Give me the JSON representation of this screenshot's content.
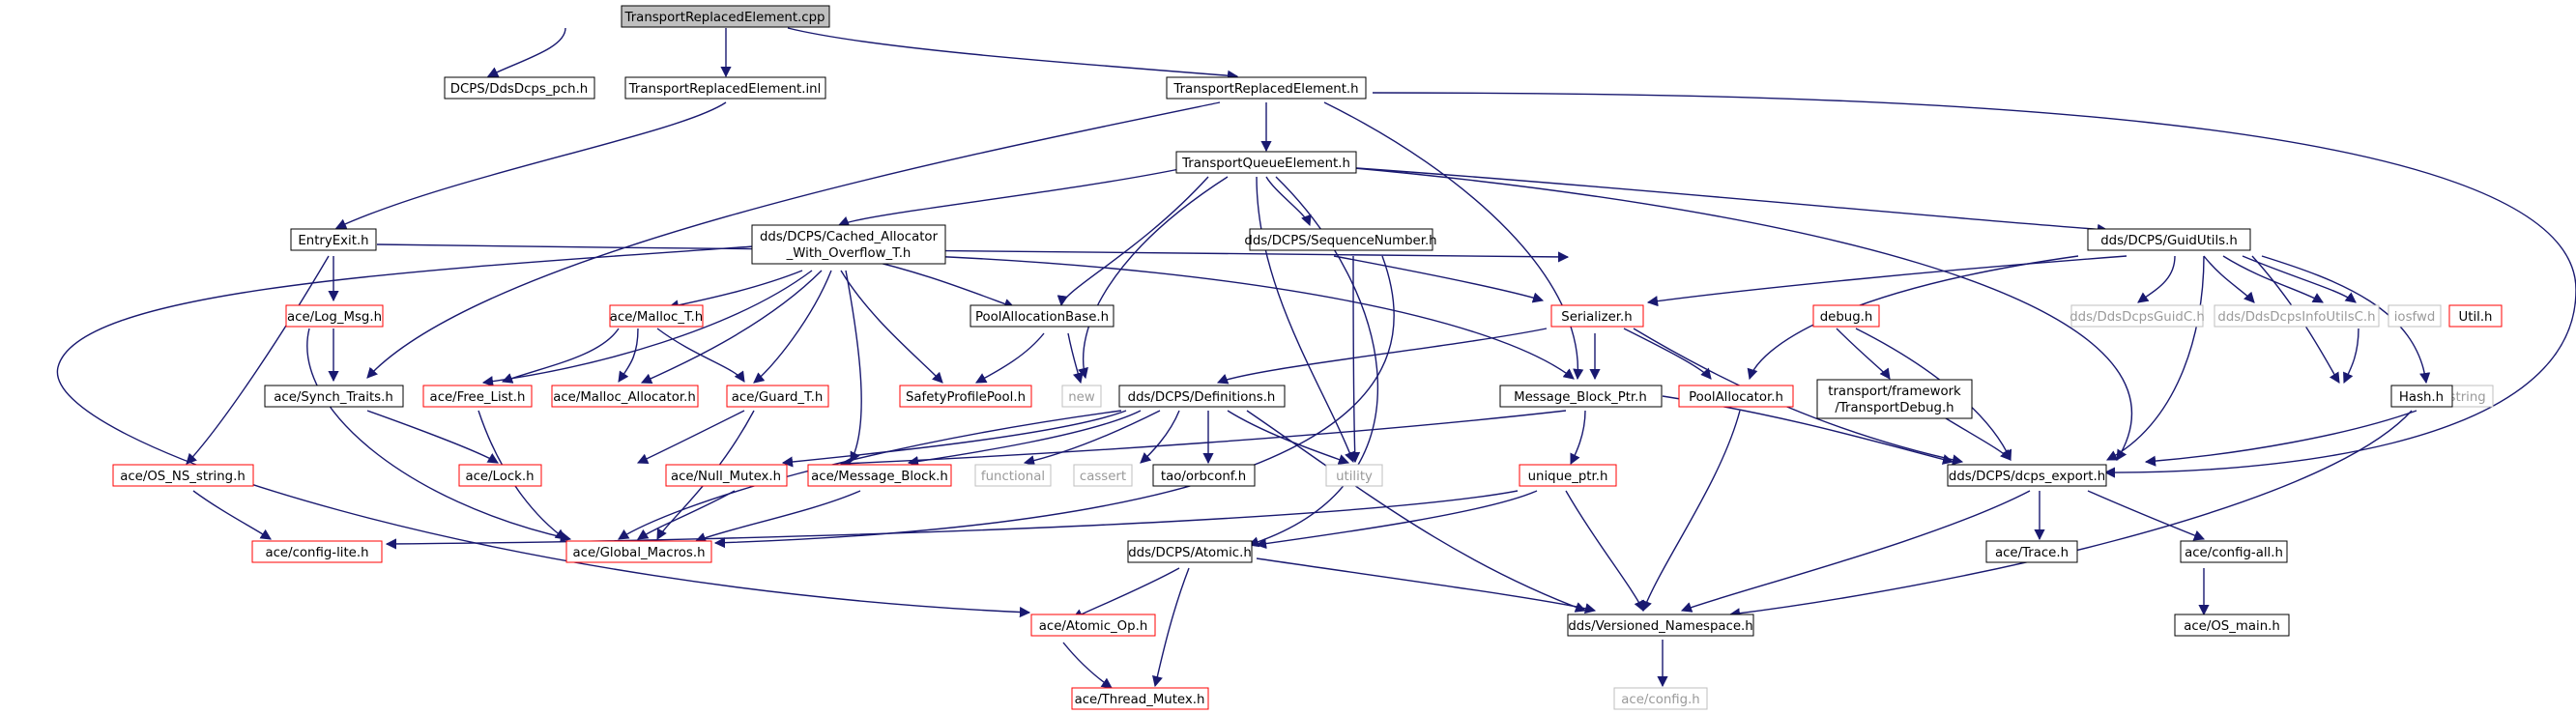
{
  "colors": {
    "edge": "#191970",
    "root_fill": "#bfbfbf",
    "box_border": "#000000",
    "missing_border": "#ff0000",
    "external_border": "#bfbfbf",
    "external_text": "#9a9a9a"
  },
  "nodes": {
    "root": "TransportReplacedElement.cpp",
    "dds_dcps_pch": "DCPS/DdsDcps_pch.h",
    "tre_inl": "TransportReplacedElement.inl",
    "tre_h": "TransportReplacedElement.h",
    "tqe_h": "TransportQueueElement.h",
    "entry_exit": "EntryExit.h",
    "cached_alloc_l1": "dds/DCPS/Cached_Allocator",
    "cached_alloc_l2": "_With_Overflow_T.h",
    "sequence_number": "dds/DCPS/SequenceNumber.h",
    "guid_utils": "dds/DCPS/GuidUtils.h",
    "log_msg": "ace/Log_Msg.h",
    "malloc_t": "ace/Malloc_T.h",
    "pool_alloc_base": "PoolAllocationBase.h",
    "serializer": "Serializer.h",
    "debug_h": "debug.h",
    "dds_guidc": "dds/DdsDcpsGuidC.h",
    "dds_infoutils": "dds/DdsDcpsInfoUtilsC.h",
    "iosfwd": "iosfwd",
    "util_h": "Util.h",
    "synch_traits": "ace/Synch_Traits.h",
    "free_list": "ace/Free_List.h",
    "malloc_allocator": "ace/Malloc_Allocator.h",
    "guard_t": "ace/Guard_T.h",
    "safety_pool": "SafetyProfilePool.h",
    "new_h": "new",
    "definitions": "dds/DCPS/Definitions.h",
    "message_block_ptr": "Message_Block_Ptr.h",
    "pool_allocator": "PoolAllocator.h",
    "transport_debug_l1": "transport/framework",
    "transport_debug_l2": "/TransportDebug.h",
    "cstring": "cstring",
    "hash_h": "Hash.h",
    "os_ns_string": "ace/OS_NS_string.h",
    "lock_h": "ace/Lock.h",
    "null_mutex": "ace/Null_Mutex.h",
    "message_block": "ace/Message_Block.h",
    "functional": "functional",
    "cassert": "cassert",
    "orbconf": "tao/orbconf.h",
    "utility": "utility",
    "unique_ptr": "unique_ptr.h",
    "dcps_export": "dds/DCPS/dcps_export.h",
    "config_lite": "ace/config-lite.h",
    "global_macros": "ace/Global_Macros.h",
    "atomic_h": "dds/DCPS/Atomic.h",
    "trace_h": "ace/Trace.h",
    "config_all": "ace/config-all.h",
    "atomic_op": "ace/Atomic_Op.h",
    "versioned_ns": "dds/Versioned_Namespace.h",
    "os_main": "ace/OS_main.h",
    "thread_mutex": "ace/Thread_Mutex.h",
    "config_h": "ace/config.h"
  }
}
